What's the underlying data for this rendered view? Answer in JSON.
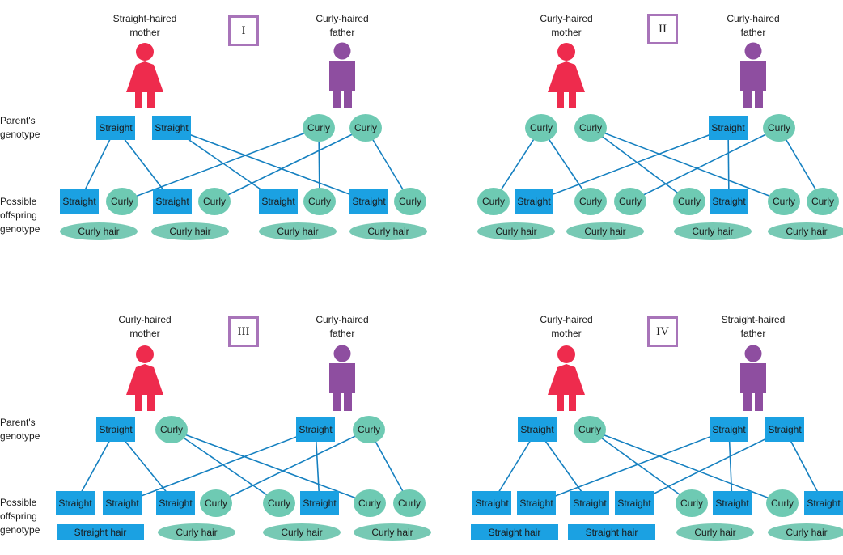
{
  "row_labels": {
    "parents": [
      "Parent's",
      "genotype"
    ],
    "offspring": [
      "Possible",
      "offspring",
      "genotype"
    ]
  },
  "colors": {
    "straight_allele": "#1ba1e2",
    "curly_allele": "#6ecab3",
    "result_oval": "#77c9b4",
    "mother": "#ee2b4d",
    "father": "#8e4ea0",
    "numeral_box": "#a874b9",
    "line": "#1580c0"
  },
  "icons": {
    "mother": "female-figure-icon",
    "father": "male-figure-icon"
  },
  "panels": [
    {
      "numeral": "I",
      "mother_title": [
        "Straight-haired",
        "mother"
      ],
      "father_title": [
        "Curly-haired",
        "father"
      ],
      "parents": [
        {
          "label": "Straight",
          "allele": "straight"
        },
        {
          "label": "Straight",
          "allele": "straight"
        },
        {
          "label": "Curly",
          "allele": "curly"
        },
        {
          "label": "Curly",
          "allele": "curly"
        }
      ],
      "offspring": [
        [
          {
            "label": "Straight",
            "allele": "straight"
          },
          {
            "label": "Curly",
            "allele": "curly"
          }
        ],
        [
          {
            "label": "Straight",
            "allele": "straight"
          },
          {
            "label": "Curly",
            "allele": "curly"
          }
        ],
        [
          {
            "label": "Straight",
            "allele": "straight"
          },
          {
            "label": "Curly",
            "allele": "curly"
          }
        ],
        [
          {
            "label": "Straight",
            "allele": "straight"
          },
          {
            "label": "Curly",
            "allele": "curly"
          }
        ]
      ],
      "results": [
        {
          "label": "Curly hair",
          "phenotype": "curly"
        },
        {
          "label": "Curly hair",
          "phenotype": "curly"
        },
        {
          "label": "Curly hair",
          "phenotype": "curly"
        },
        {
          "label": "Curly hair",
          "phenotype": "curly"
        }
      ]
    },
    {
      "numeral": "II",
      "mother_title": [
        "Curly-haired",
        "mother"
      ],
      "father_title": [
        "Curly-haired",
        "father"
      ],
      "parents": [
        {
          "label": "Curly",
          "allele": "curly"
        },
        {
          "label": "Curly",
          "allele": "curly"
        },
        {
          "label": "Straight",
          "allele": "straight"
        },
        {
          "label": "Curly",
          "allele": "curly"
        }
      ],
      "offspring": [
        [
          {
            "label": "Curly",
            "allele": "curly"
          },
          {
            "label": "Straight",
            "allele": "straight"
          }
        ],
        [
          {
            "label": "Curly",
            "allele": "curly"
          },
          {
            "label": "Curly",
            "allele": "curly"
          }
        ],
        [
          {
            "label": "Curly",
            "allele": "curly"
          },
          {
            "label": "Straight",
            "allele": "straight"
          }
        ],
        [
          {
            "label": "Curly",
            "allele": "curly"
          },
          {
            "label": "Curly",
            "allele": "curly"
          }
        ]
      ],
      "results": [
        {
          "label": "Curly hair",
          "phenotype": "curly"
        },
        {
          "label": "Curly hair",
          "phenotype": "curly"
        },
        {
          "label": "Curly hair",
          "phenotype": "curly"
        },
        {
          "label": "Curly hair",
          "phenotype": "curly"
        }
      ]
    },
    {
      "numeral": "III",
      "mother_title": [
        "Curly-haired",
        "mother"
      ],
      "father_title": [
        "Curly-haired",
        "father"
      ],
      "parents": [
        {
          "label": "Straight",
          "allele": "straight"
        },
        {
          "label": "Curly",
          "allele": "curly"
        },
        {
          "label": "Straight",
          "allele": "straight"
        },
        {
          "label": "Curly",
          "allele": "curly"
        }
      ],
      "offspring": [
        [
          {
            "label": "Straight",
            "allele": "straight"
          },
          {
            "label": "Straight",
            "allele": "straight"
          }
        ],
        [
          {
            "label": "Straight",
            "allele": "straight"
          },
          {
            "label": "Curly",
            "allele": "curly"
          }
        ],
        [
          {
            "label": "Curly",
            "allele": "curly"
          },
          {
            "label": "Straight",
            "allele": "straight"
          }
        ],
        [
          {
            "label": "Curly",
            "allele": "curly"
          },
          {
            "label": "Curly",
            "allele": "curly"
          }
        ]
      ],
      "results": [
        {
          "label": "Straight hair",
          "phenotype": "straight"
        },
        {
          "label": "Curly hair",
          "phenotype": "curly"
        },
        {
          "label": "Curly hair",
          "phenotype": "curly"
        },
        {
          "label": "Curly hair",
          "phenotype": "curly"
        }
      ]
    },
    {
      "numeral": "IV",
      "mother_title": [
        "Curly-haired",
        "mother"
      ],
      "father_title": [
        "Straight-haired",
        "father"
      ],
      "parents": [
        {
          "label": "Straight",
          "allele": "straight"
        },
        {
          "label": "Curly",
          "allele": "curly"
        },
        {
          "label": "Straight",
          "allele": "straight"
        },
        {
          "label": "Straight",
          "allele": "straight"
        }
      ],
      "offspring": [
        [
          {
            "label": "Straight",
            "allele": "straight"
          },
          {
            "label": "Straight",
            "allele": "straight"
          }
        ],
        [
          {
            "label": "Straight",
            "allele": "straight"
          },
          {
            "label": "Straight",
            "allele": "straight"
          }
        ],
        [
          {
            "label": "Curly",
            "allele": "curly"
          },
          {
            "label": "Straight",
            "allele": "straight"
          }
        ],
        [
          {
            "label": "Curly",
            "allele": "curly"
          },
          {
            "label": "Straight",
            "allele": "straight"
          }
        ]
      ],
      "results": [
        {
          "label": "Straight hair",
          "phenotype": "straight"
        },
        {
          "label": "Straight hair",
          "phenotype": "straight"
        },
        {
          "label": "Curly hair",
          "phenotype": "curly"
        },
        {
          "label": "Curly hair",
          "phenotype": "curly"
        }
      ]
    }
  ]
}
